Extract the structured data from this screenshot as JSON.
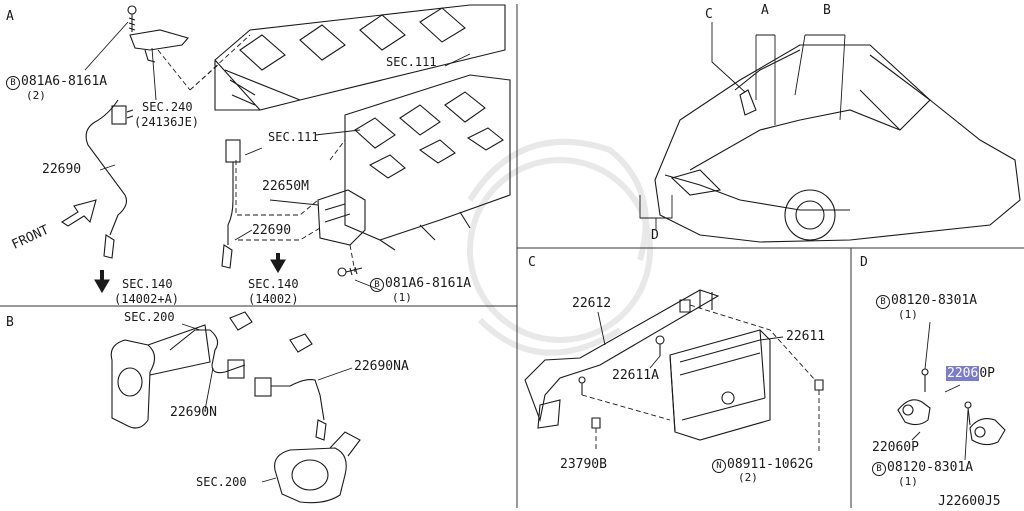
{
  "panels": {
    "a": "A",
    "b": "B",
    "c": "C",
    "d": "D",
    "car": {
      "c": "C",
      "a": "A",
      "b": "B",
      "d": "D"
    }
  },
  "panel_a": {
    "bolt_ref": {
      "circle": "B",
      "text": "081A6-8161A",
      "qty": "(2)"
    },
    "sec240": {
      "line1": "SEC.240",
      "line2": "(24136JE)"
    },
    "sec111_top": "SEC.111",
    "sec111_mid": "SEC.111",
    "sensor_left": "22690",
    "heat_shield": "22650M",
    "sensor_mid": "22690",
    "front": "FRONT",
    "sec140_left": {
      "line1": "SEC.140",
      "line2": "(14002+A)"
    },
    "sec140_right": {
      "line1": "SEC.140",
      "line2": "(14002)"
    },
    "bolt_ref2": {
      "circle": "B",
      "text": "081A6-8161A",
      "qty": "(1)"
    }
  },
  "panel_b": {
    "sec200_top": "SEC.200",
    "sensor_n": "22690N",
    "sensor_na": "22690NA",
    "sec200_bottom": "SEC.200"
  },
  "panel_c": {
    "bracket": "22612",
    "ecm": "22611",
    "bolt": "22611A",
    "nut": "23790B",
    "nut_ref": {
      "circle": "N",
      "text": "08911-1062G",
      "qty": "(2)"
    }
  },
  "panel_d": {
    "bolt_ref_top": {
      "circle": "B",
      "text": "08120-8301A",
      "qty": "(1)"
    },
    "knock_highlight": "2206",
    "knock_suffix": "0P",
    "knock_lower": "22060P",
    "bolt_ref_bottom": {
      "circle": "B",
      "text": "08120-8301A",
      "qty": "(1)"
    }
  },
  "diagram_code": "J22600J5",
  "colors": {
    "line": "#1a1a1a",
    "highlight": "#7b7bd1",
    "watermark": "#e6e6e6"
  }
}
